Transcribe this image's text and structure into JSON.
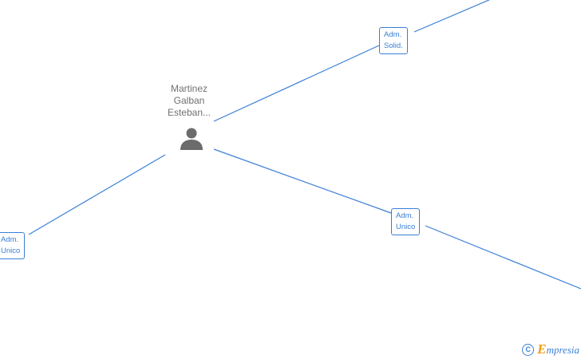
{
  "person": {
    "name_lines": [
      "Martinez",
      "Galban",
      "Esteban..."
    ],
    "icon": "person-icon"
  },
  "roles": {
    "solid": [
      "Adm.",
      "Solid."
    ],
    "unico_right": [
      "Adm.",
      "Unico"
    ],
    "unico_left": [
      "Adm.",
      "Unico"
    ]
  },
  "footer": {
    "copyright_symbol": "C",
    "brand_initial": "E",
    "brand_rest": "mpresia"
  },
  "colors": {
    "edge": "#3a7fd5",
    "node_text": "#707070",
    "icon": "#6b6b6b",
    "brand_accent": "#f39c12"
  }
}
